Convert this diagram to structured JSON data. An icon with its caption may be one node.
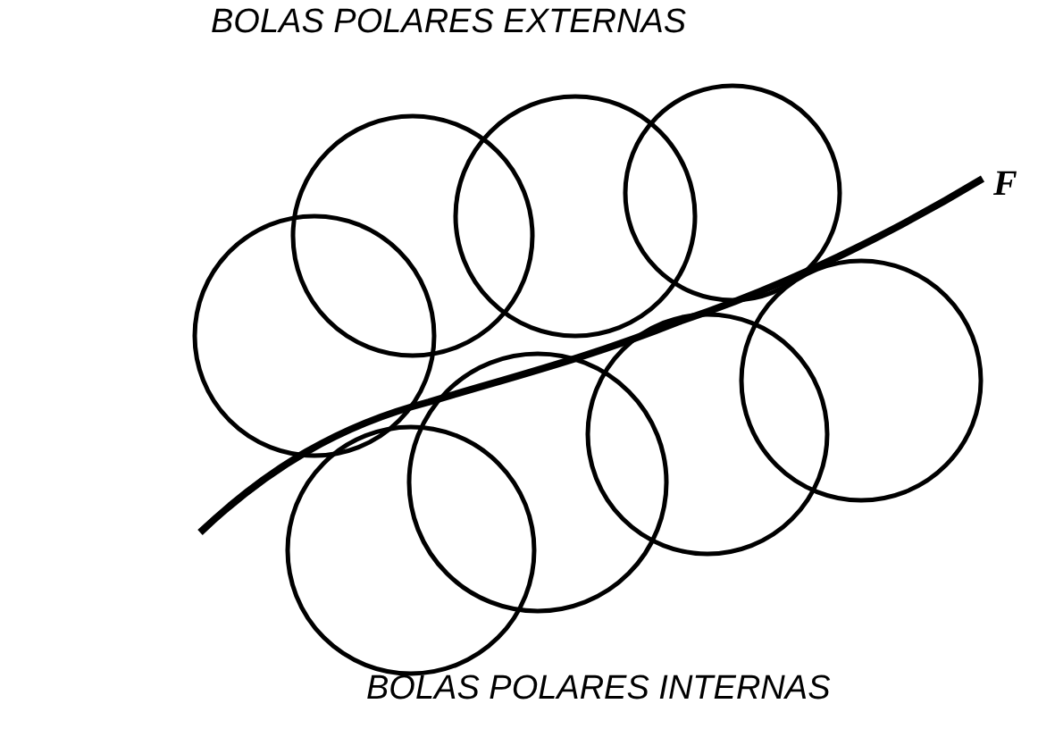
{
  "diagram": {
    "labels": [
      "BOLAS POLARES EXTERNAS",
      "F",
      "BOLAS POLARES INTERNAS"
    ]
  }
}
